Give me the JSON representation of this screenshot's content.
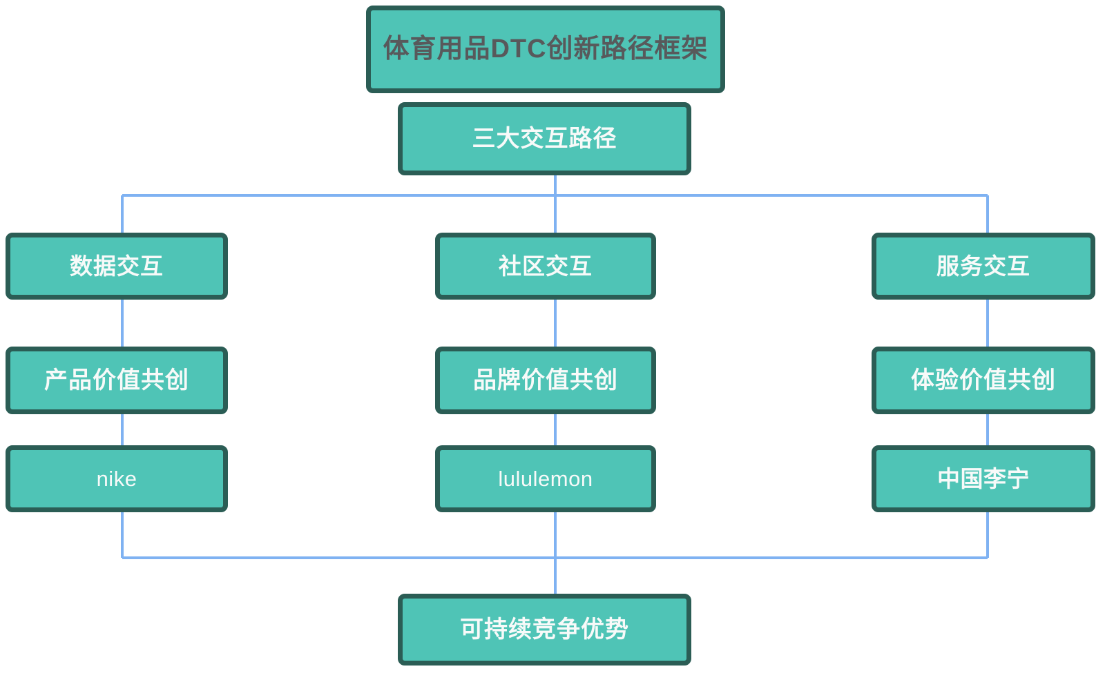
{
  "diagram": {
    "title": "体育用品DTC创新路径框架",
    "root": "三大交互路径",
    "columns": [
      {
        "path": "数据交互",
        "value": "产品价值共创",
        "case": "nike"
      },
      {
        "path": "社区交互",
        "value": "品牌价值共创",
        "case": "lululemon"
      },
      {
        "path": "服务交互",
        "value": "体验价值共创",
        "case": "中国李宁"
      }
    ],
    "outcome": "可持续竞争优势"
  },
  "colors": {
    "node_fill": "#4FC4B6",
    "node_border": "#2B5D55",
    "connector": "#7FB2F2",
    "title_text": "#58595B",
    "node_text": "#F8FAF9",
    "background": "#FFFFFF"
  }
}
